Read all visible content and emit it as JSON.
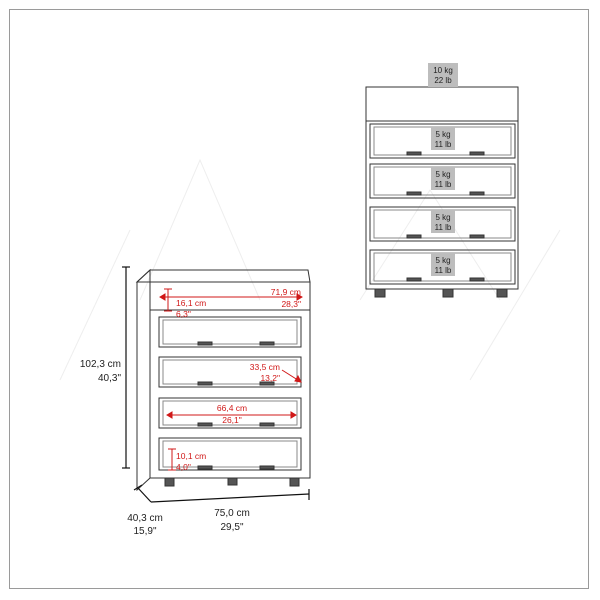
{
  "front_view": {
    "top_load": {
      "line1": "10 kg",
      "line2": "22 lb"
    },
    "drawers": [
      {
        "line1": "5 kg",
        "line2": "11 lb"
      },
      {
        "line1": "5 kg",
        "line2": "11 lb"
      },
      {
        "line1": "5 kg",
        "line2": "11 lb"
      },
      {
        "line1": "5 kg",
        "line2": "11 lb"
      }
    ]
  },
  "iso_view": {
    "height": {
      "cm": "102,3 cm",
      "in": "40,3\""
    },
    "depth": {
      "cm": "40,3 cm",
      "in": "15,9\""
    },
    "width": {
      "cm": "75,0 cm",
      "in": "29,5\""
    },
    "top_shelf_height": {
      "cm": "16,1 cm",
      "in": "6,3\""
    },
    "top_shelf_width": {
      "cm": "71,9 cm",
      "in": "28,3\""
    },
    "drawer_depth": {
      "cm": "33,5 cm",
      "in": "13,2\""
    },
    "drawer_width": {
      "cm": "66,4 cm",
      "in": "26,1\""
    },
    "drawer_height": {
      "cm": "10,1 cm",
      "in": "4,0\""
    }
  },
  "colors": {
    "dimension_red": "#d01818",
    "line": "#333333",
    "frame": "#9a9a9a"
  }
}
